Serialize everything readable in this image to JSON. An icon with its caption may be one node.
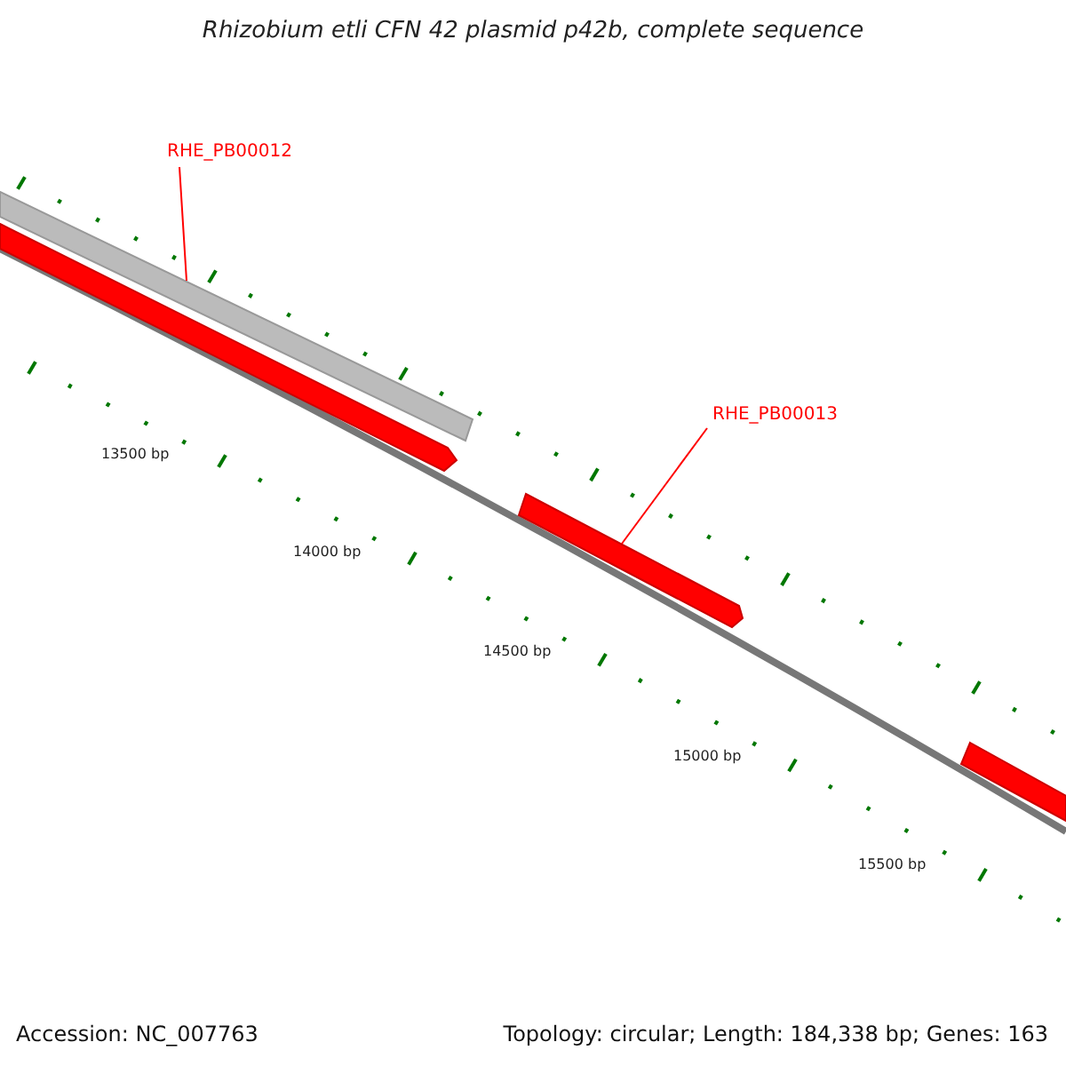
{
  "diagram": {
    "title": "Rhizobium etli CFN 42 plasmid p42b, complete sequence",
    "nodes": [
      {
        "text": [
          "RHE_PB00012"
        ]
      },
      {
        "text": [],
        "shape": "bar"
      },
      {
        "text": [
          "RHE_PB00013"
        ]
      },
      {
        "text": [],
        "shape": "bar"
      }
    ],
    "edges": [
      {
        "from": 0,
        "to": 1,
        "arrow": "none"
      },
      {
        "from": 2,
        "to": 3,
        "arrow": "none"
      }
    ],
    "labels": [
      "13500 bp",
      "14000 bp",
      "14500 bp",
      "15000 bp",
      "15500 bp",
      "Accession: NC_007763",
      "Topology: circular; Length: 184,338 bp; Genes: 163"
    ]
  }
}
